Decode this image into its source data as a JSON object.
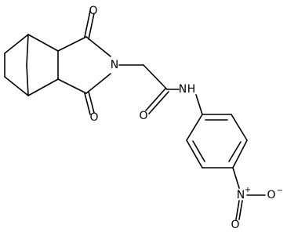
{
  "molecule": {
    "atoms": {
      "o_imide_top": "O",
      "n_imide": "N",
      "o_imide_bottom": "O",
      "o_amide": "O",
      "n_amide": "N",
      "h_amide": "H",
      "n_nitro": "N",
      "n_nitro_charge": "+",
      "o_nitro_left": "O",
      "o_nitro_right": "O",
      "o_nitro_charge": "−"
    },
    "colors": {
      "bond": "#000000",
      "label": "#000000",
      "background": "#ffffff"
    }
  }
}
